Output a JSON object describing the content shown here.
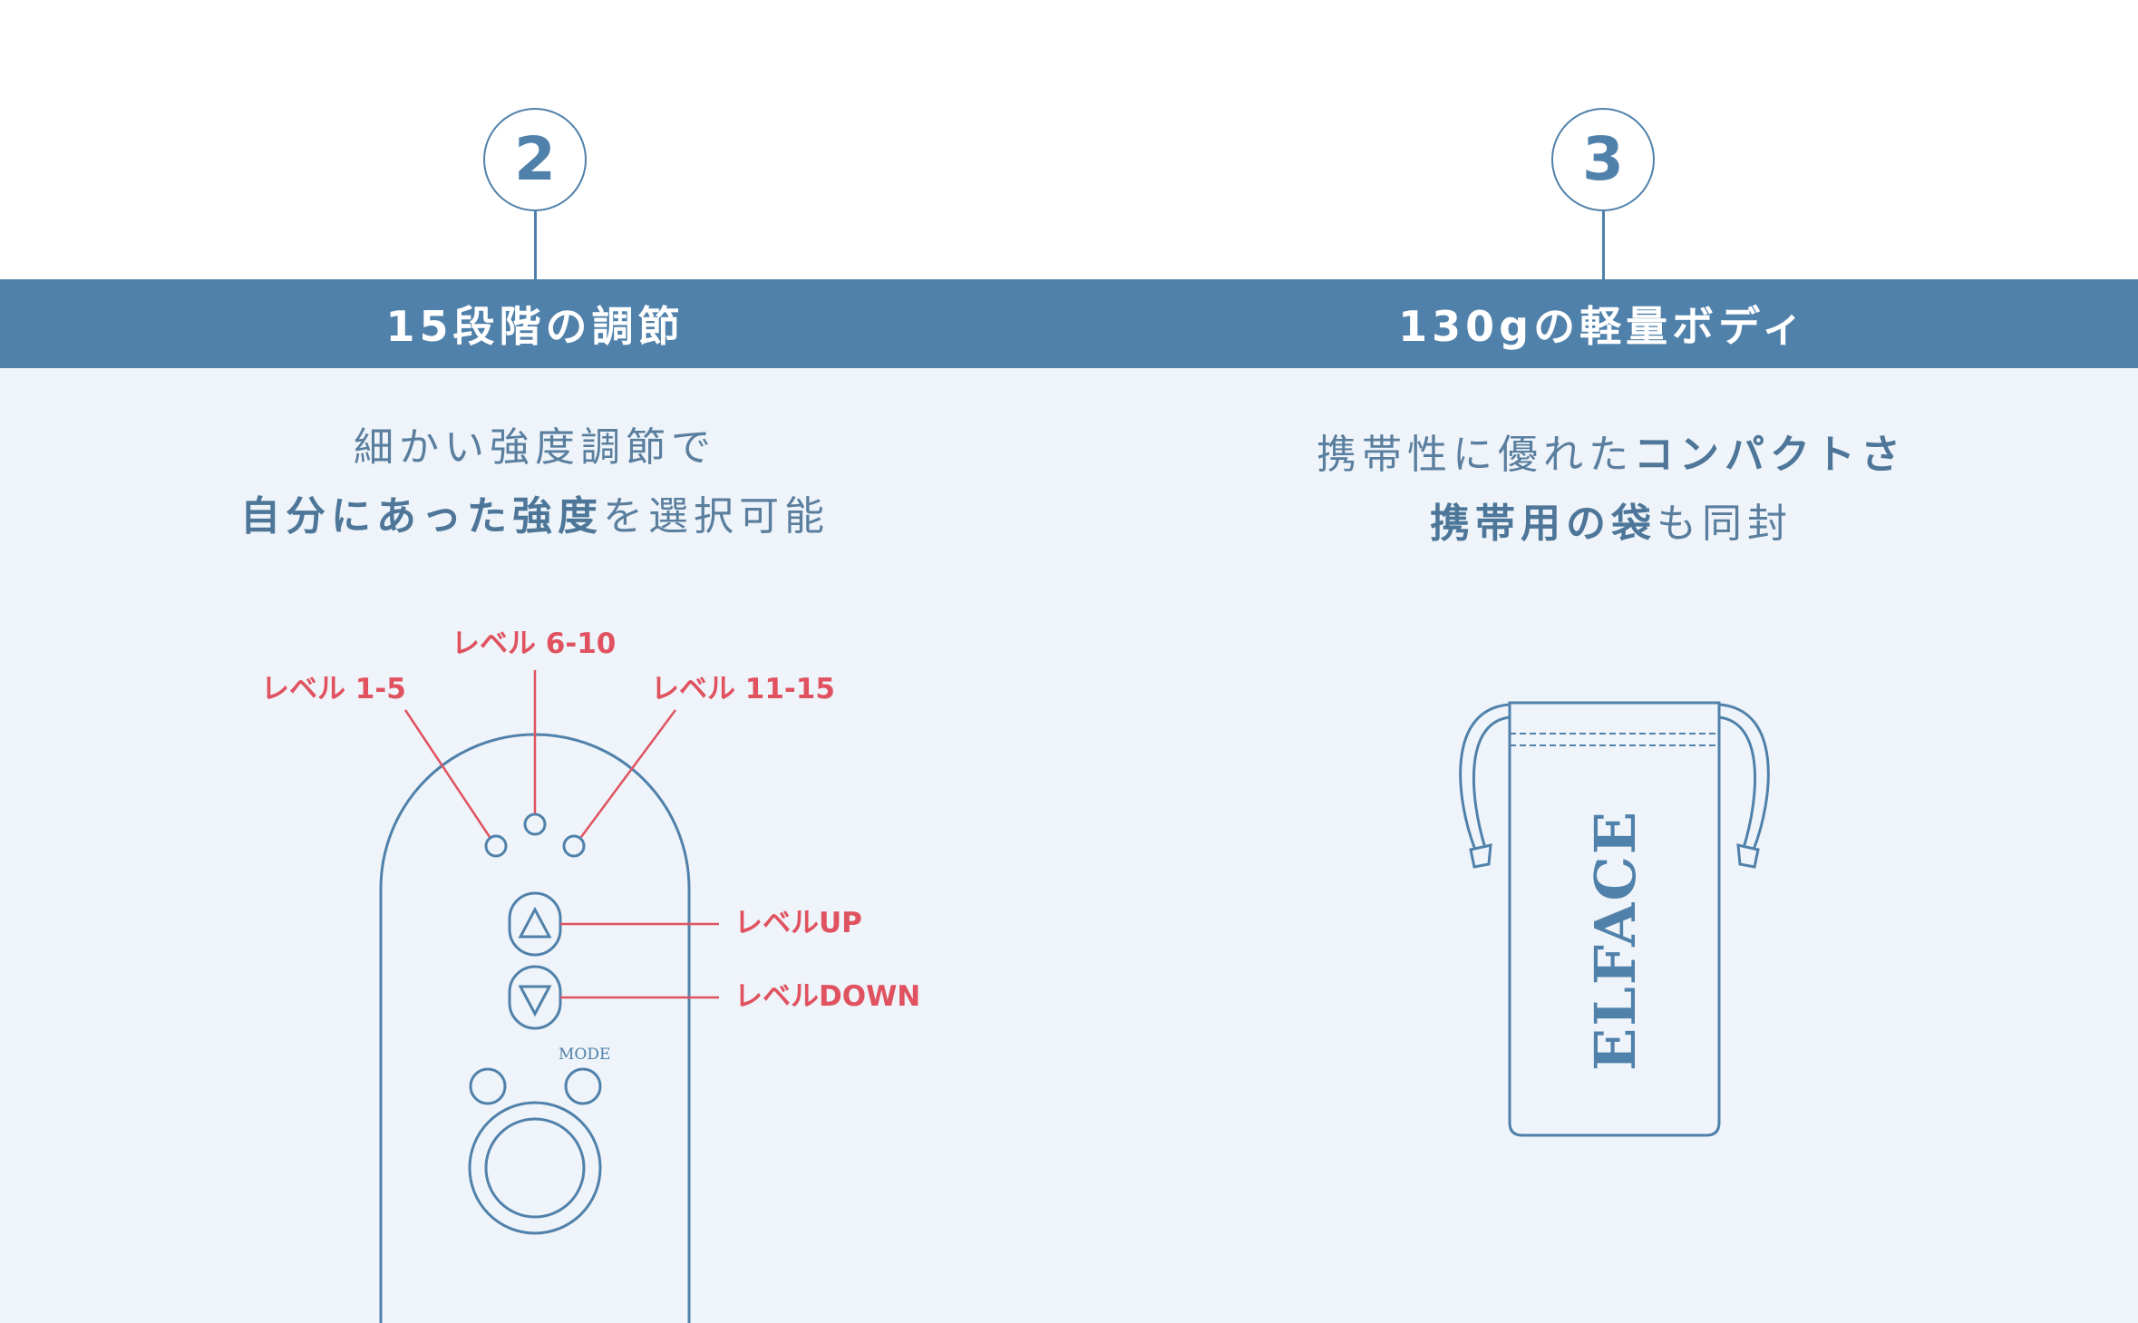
{
  "features": [
    {
      "number": "2",
      "title": "15段階の調節",
      "description": {
        "line1": "細かい強度調節で",
        "line2_bold": "自分にあった強度",
        "line2_regular": "を選択可能"
      },
      "callouts": {
        "level_low": "レベル 1-5",
        "level_mid": "レベル 6-10",
        "level_high": "レベル 11-15",
        "level_up": "レベルUP",
        "level_down": "レベルDOWN"
      },
      "mode_label": "MODE"
    },
    {
      "number": "3",
      "title": "130gの軽量ボディ",
      "description": {
        "line1_regular": "携帯性に優れた",
        "line1_bold": "コンパクトさ",
        "line2_bold": "携帯用の袋",
        "line2_regular": "も同封"
      },
      "pouch_logo": "ELFACE"
    }
  ],
  "colors": {
    "primary": "#5081aa",
    "band": "#5081aa",
    "content_background": "#eef4f9",
    "callout": "#e05260"
  },
  "icons": {
    "device": "remote-device-illustration",
    "pouch": "drawstring-pouch-illustration",
    "arrow_up": "triangle-up-icon",
    "arrow_down": "triangle-down-icon"
  }
}
